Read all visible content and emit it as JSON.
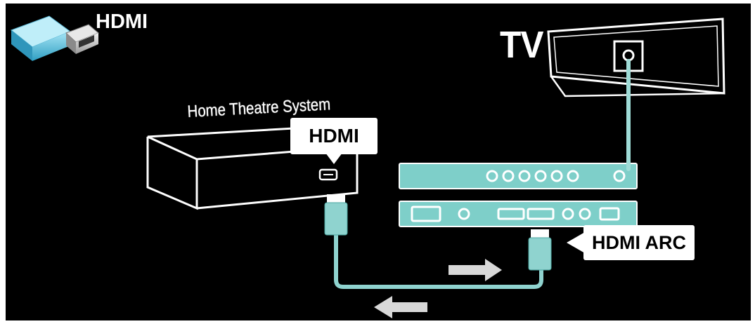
{
  "header": {
    "title": "HDMI",
    "icon": "hdmi-plug-icon"
  },
  "tv": {
    "label": "TV",
    "icon": "tv-icon"
  },
  "home_theatre": {
    "label": "Home Theatre System",
    "connector_label": "HDMI"
  },
  "tv_connector": {
    "label": "HDMI ARC"
  },
  "colors": {
    "background": "#000000",
    "cable": "#8fd3cf",
    "panel": "#7ecfc9",
    "outline": "#ffffff",
    "callout": "#ffffff"
  }
}
